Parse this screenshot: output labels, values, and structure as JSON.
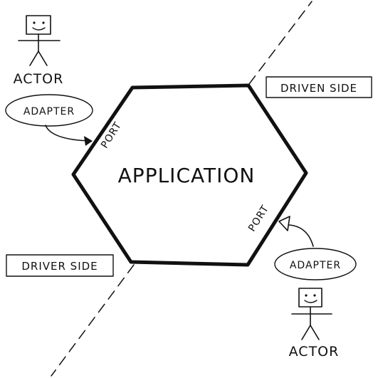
{
  "diagram": {
    "center_label": "APPLICATION",
    "driven_side_label": "DRIVEN SIDE",
    "driver_side_label": "DRIVER SIDE",
    "top_actor": {
      "label": "ACTOR",
      "adapter_label": "ADAPTER",
      "port_label": "PORT"
    },
    "bottom_actor": {
      "label": "ACTOR",
      "adapter_label": "ADAPTER",
      "port_label": "PORT"
    }
  },
  "colors": {
    "ink": "#111111",
    "background": "#ffffff"
  }
}
